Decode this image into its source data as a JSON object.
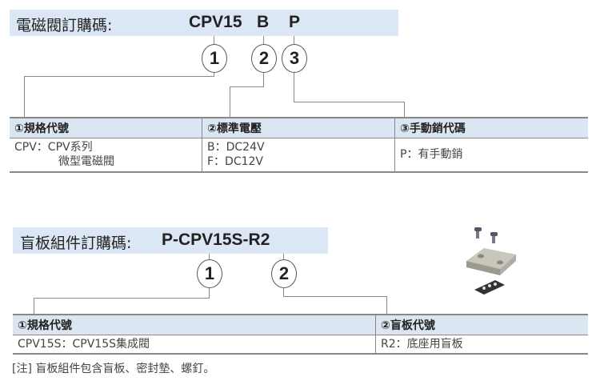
{
  "valve_order": {
    "title": "電磁閥訂購碼:",
    "code_parts": [
      "CPV15",
      "B",
      "P"
    ],
    "markers": [
      "1",
      "2",
      "3"
    ],
    "table": {
      "headers": [
        "①規格代號",
        "②標準電壓",
        "③手動銷代碼"
      ],
      "cells": [
        [
          "CPV：CPV系列",
          "微型電磁閥"
        ],
        [
          "B：DC24V",
          "F：DC12V"
        ],
        [
          "P：有手動銷"
        ]
      ]
    }
  },
  "blank_plate_order": {
    "title": "盲板組件訂購碼:",
    "code": "P-CPV15S-R2",
    "markers": [
      "1",
      "2"
    ],
    "table": {
      "headers": [
        "①規格代號",
        "②盲板代號"
      ],
      "cells": [
        "CPV15S：CPV15S集成閥",
        "R2：底座用盲板"
      ]
    },
    "note": "[注] 盲板組件包含盲板、密封墊、螺釘。"
  }
}
